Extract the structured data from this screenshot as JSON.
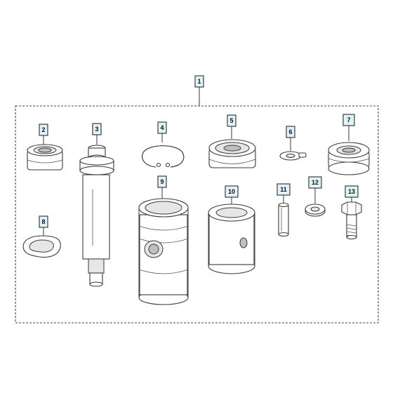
{
  "diagram": {
    "kit_label": "1",
    "parts": [
      {
        "label": "2"
      },
      {
        "label": "3"
      },
      {
        "label": "4"
      },
      {
        "label": "5"
      },
      {
        "label": "6"
      },
      {
        "label": "7"
      },
      {
        "label": "8"
      },
      {
        "label": "9"
      },
      {
        "label": "10"
      },
      {
        "label": "11"
      },
      {
        "label": "12"
      },
      {
        "label": "13"
      }
    ],
    "colors": {
      "callout_fill": "#dff3fb",
      "outline": "#3a3a3a",
      "kit_border": "#444444"
    }
  }
}
